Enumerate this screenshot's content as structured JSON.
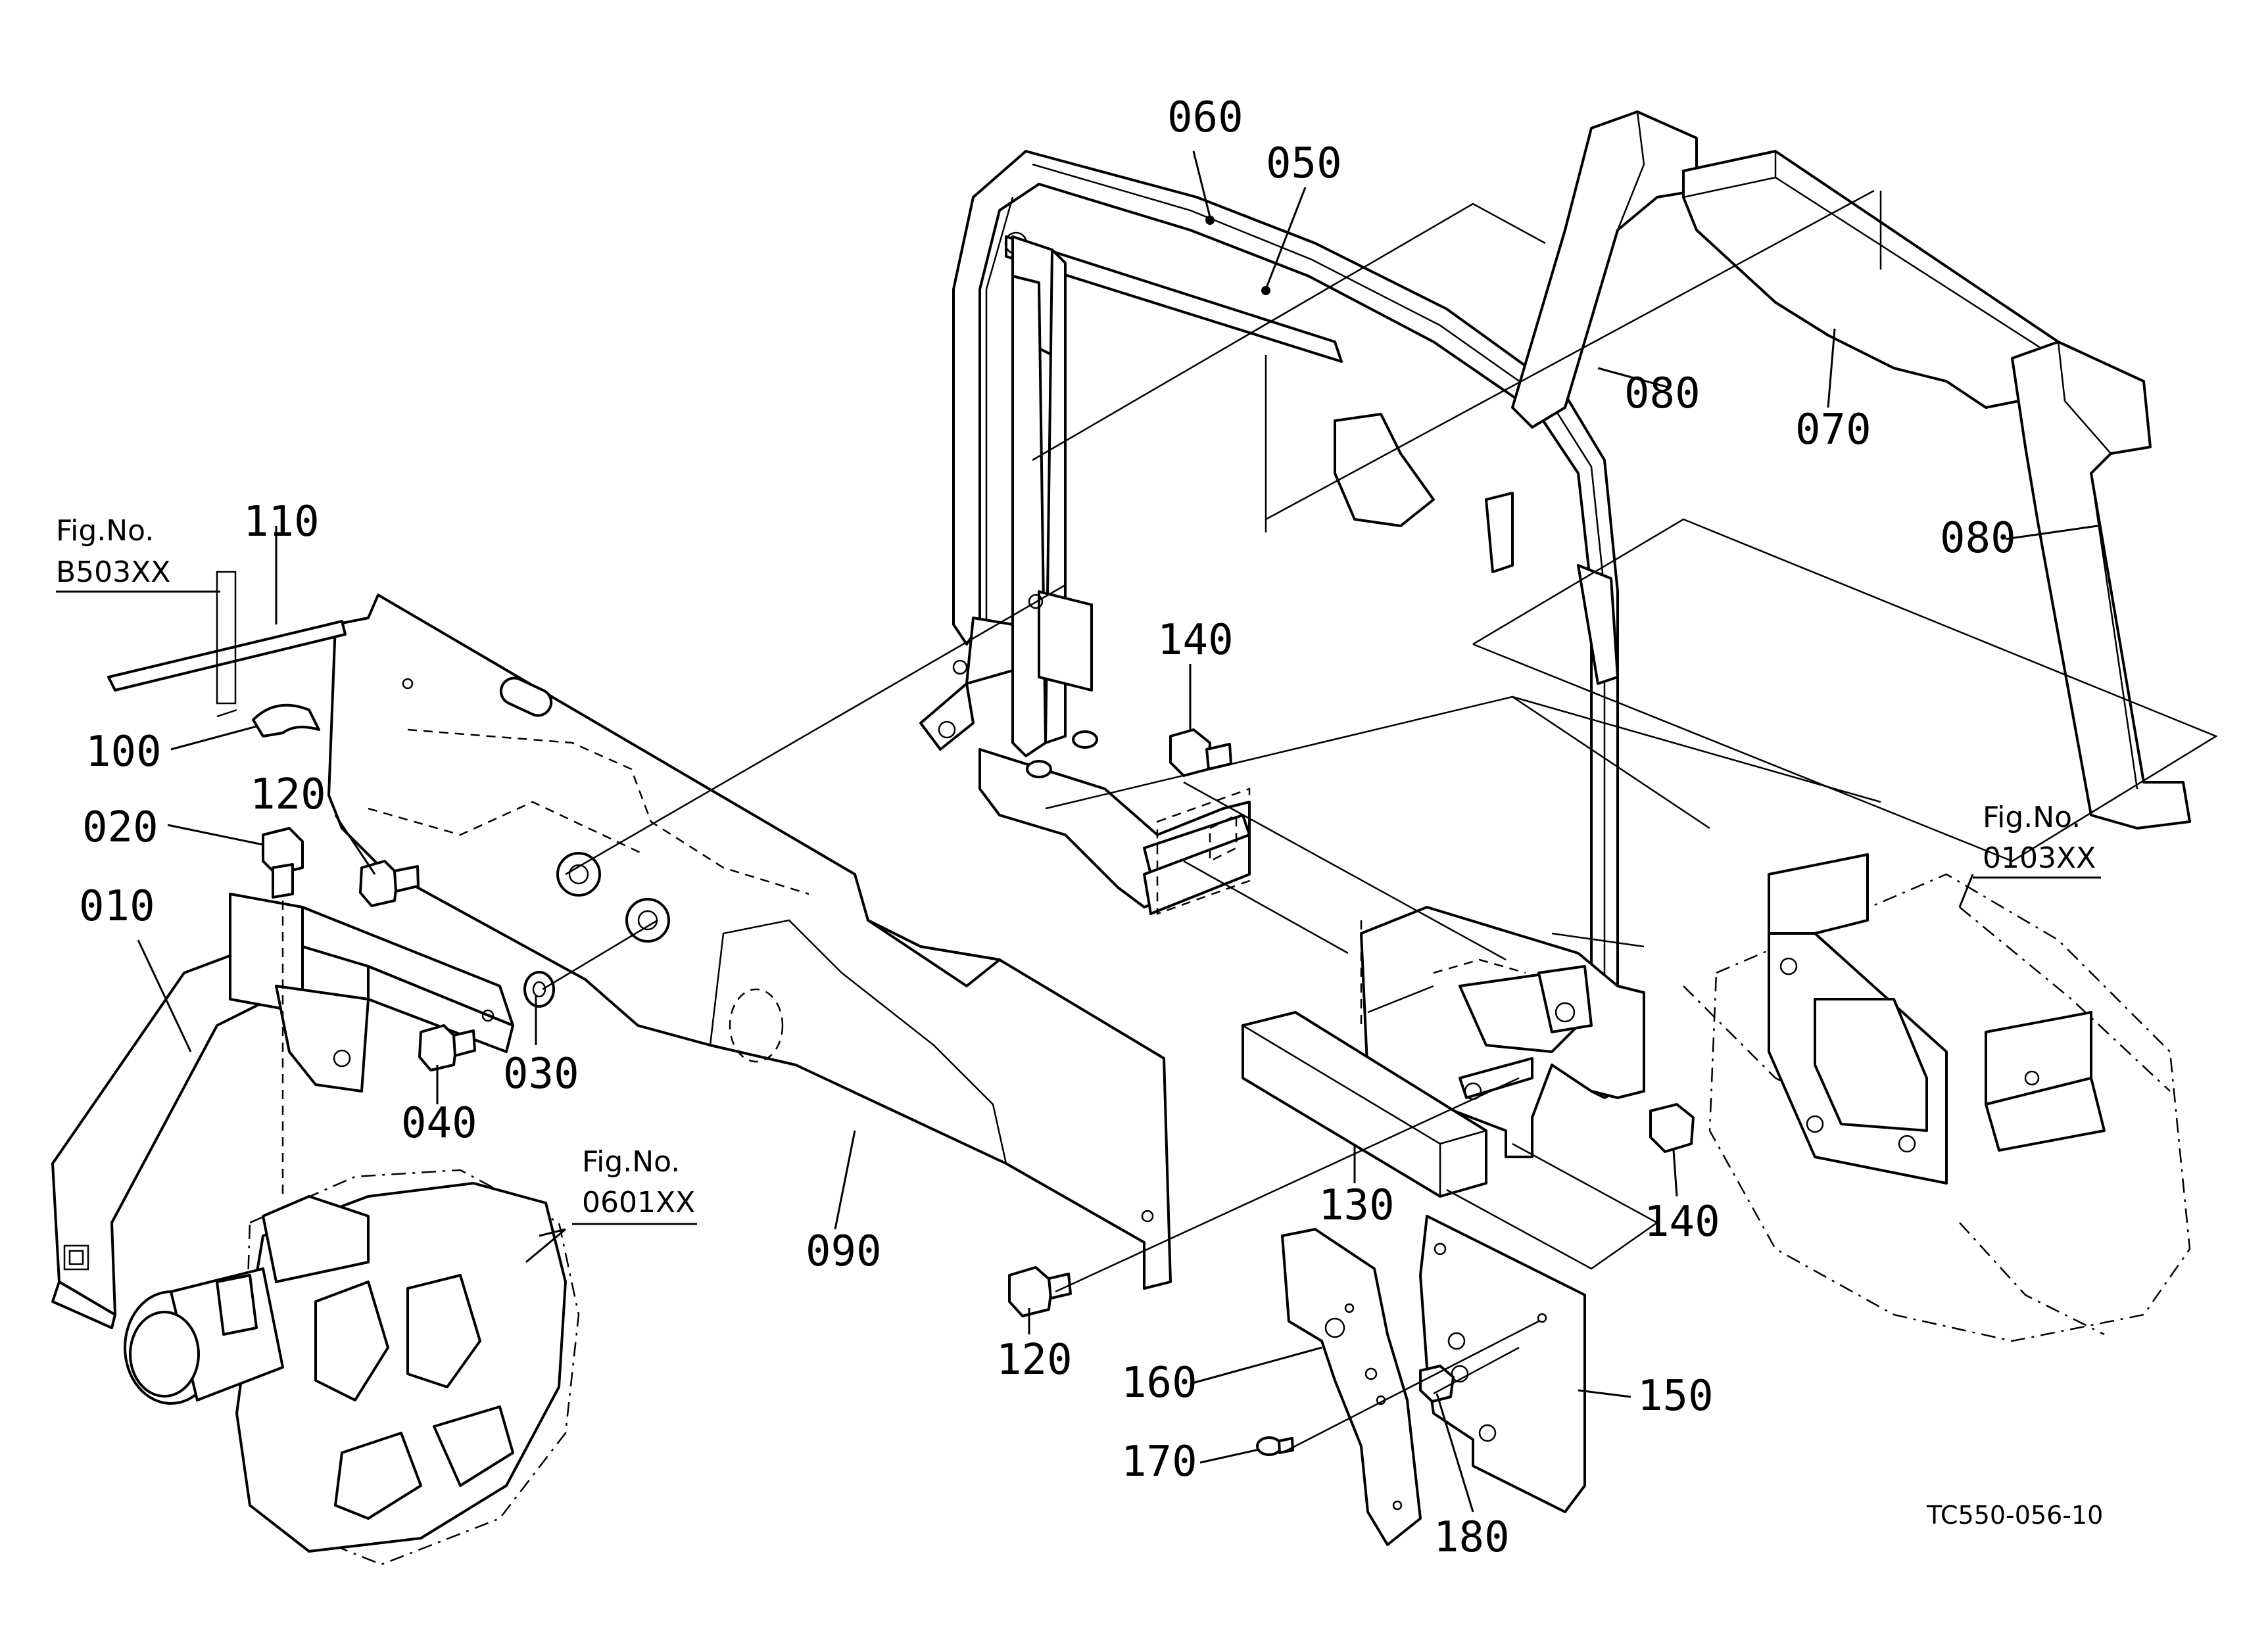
{
  "drawing_code": "TC550-056-10",
  "figure_refs": [
    {
      "id": "b503",
      "label": "Fig.No.",
      "number": "B503XX"
    },
    {
      "id": "0103",
      "label": "Fig.No.",
      "number": "0103XX"
    },
    {
      "id": "0601",
      "label": "Fig.No.",
      "number": "0601XX"
    }
  ],
  "callouts": {
    "c010": "010",
    "c020": "020",
    "c030": "030",
    "c040": "040",
    "c050": "050",
    "c060": "060",
    "c070": "070",
    "c080a": "080",
    "c080b": "080",
    "c090": "090",
    "c100": "100",
    "c110": "110",
    "c120a": "120",
    "c120b": "120",
    "c130": "130",
    "c140a": "140",
    "c140b": "140",
    "c150": "150",
    "c160": "160",
    "c170": "170",
    "c180": "180"
  }
}
